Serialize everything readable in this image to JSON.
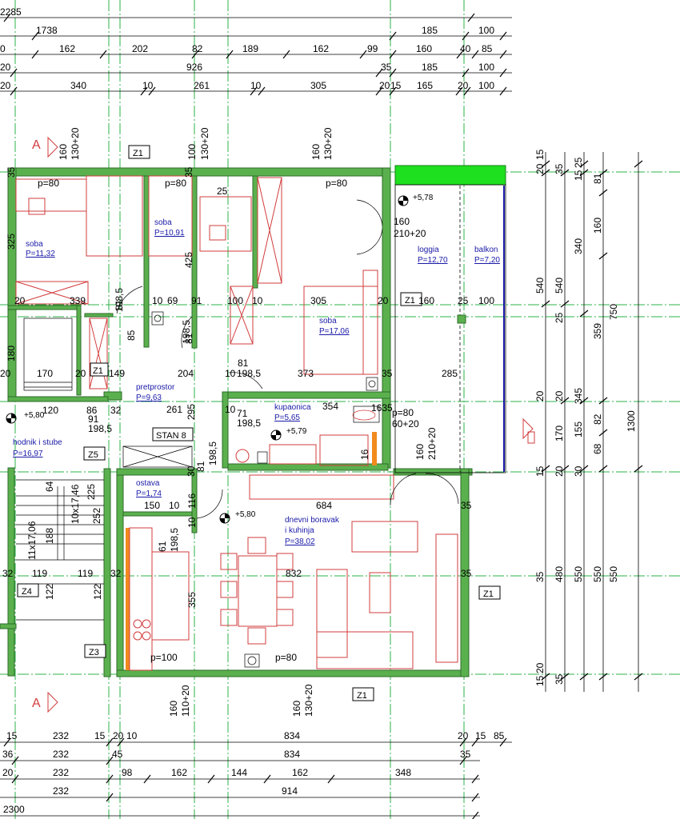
{
  "colors": {
    "wall": "#5bb04e",
    "wall_edge": "#2e6b2a",
    "furniture": "#d23c3c",
    "room_text": "#1a1aa8",
    "axis": "#2bb34a",
    "dim_line": "#000000",
    "green_fill": "#1ee01e",
    "orange_fill": "#f28a1e"
  },
  "top_dimensions": {
    "row1": [
      "2285"
    ],
    "row2": [
      "1738",
      "185",
      "100"
    ],
    "row3": [
      "0",
      "162",
      "202",
      "82",
      "189",
      "162",
      "99",
      "160",
      "40",
      "85"
    ],
    "row4": [
      "20",
      "926",
      "35",
      "185",
      "100"
    ],
    "row5": [
      "20",
      "340",
      "10",
      "261",
      "10",
      "305",
      "20",
      "15",
      "165",
      "20",
      "100"
    ]
  },
  "bottom_dimensions": {
    "row1": [
      "15",
      "232",
      "15",
      "20",
      "10",
      "834",
      "20",
      "15",
      "85"
    ],
    "row2": [
      "36",
      "232",
      "45",
      "834",
      "35"
    ],
    "row3": [
      "20",
      "232",
      "98",
      "162",
      "144",
      "162",
      "348"
    ],
    "row4": [
      "232",
      "914"
    ],
    "row5": [
      "2300"
    ]
  },
  "right_dimensions": {
    "col1": [
      "20",
      "15",
      "540",
      "20",
      "15",
      "35",
      "15",
      "20"
    ],
    "col2": [
      "35",
      "540",
      "25",
      "20",
      "170",
      "20",
      "480",
      "35"
    ],
    "col3": [
      "25",
      "15",
      "340",
      "345",
      "155",
      "30",
      "550"
    ],
    "col4": [
      "81",
      "160",
      "359",
      "82",
      "68",
      "550"
    ],
    "col5": [
      "750",
      "1300",
      "550"
    ]
  },
  "rooms": [
    {
      "name": "soba",
      "area": "P=11,32"
    },
    {
      "name": "soba",
      "area": "P=10,91"
    },
    {
      "name": "soba",
      "area": "P=17,06"
    },
    {
      "name": "loggia",
      "area": "P=12,70"
    },
    {
      "name": "balkon",
      "area": "P=7,20"
    },
    {
      "name": "pretprostor",
      "area": "P=9,63"
    },
    {
      "name": "kupaonica",
      "area": "P=5,65"
    },
    {
      "name": "hodnik i stube",
      "area": "P=16,97"
    },
    {
      "name": "ostava",
      "area": "P=1,74"
    },
    {
      "name": "dnevni boravak",
      "name2": "i kuhinja",
      "area": "P=38,02"
    }
  ],
  "apartment_label": "STAN 8",
  "tags": {
    "z1": "Z1",
    "z5": "Z5",
    "z4": "Z4",
    "z3": "Z3"
  },
  "section_marker": "A",
  "levels": [
    "+5,78",
    "+5,80",
    "+5,79",
    "+5,80"
  ],
  "interior_labels": {
    "p80": "p=80",
    "p100": "p=100",
    "d130": "130+20",
    "d160": "160",
    "d100": "100",
    "d110": "110+20",
    "d210": "210+20",
    "d60": "60+20",
    "d325": "325",
    "d425": "425",
    "d339": "339",
    "d305": "305",
    "d170": "170",
    "d149": "149",
    "d204": "204",
    "d373": "373",
    "d285": "285",
    "d261": "261",
    "d354": "354",
    "d295": "295",
    "d684": "684",
    "d832": "832",
    "d355": "355",
    "d252": "252",
    "d119": "119",
    "d122": "122",
    "d150": "150",
    "d1985": "198,5",
    "d81": "81",
    "d91": "91",
    "d69": "69",
    "d10": "10",
    "d20": "20",
    "d35": "35",
    "d25": "25",
    "d32": "32",
    "d86": "86",
    "d120": "120",
    "d180": "180",
    "d64": "64",
    "d71": "71",
    "d16": "16",
    "d61": "61",
    "d116": "116",
    "d85": "85",
    "d30": "30",
    "d36": "36",
    "d1635": "1635",
    "d100b": "100",
    "stairs1": "10x17,46",
    "stairs2": "11x17,06",
    "stairs3": "188",
    "stairs4": "225"
  }
}
